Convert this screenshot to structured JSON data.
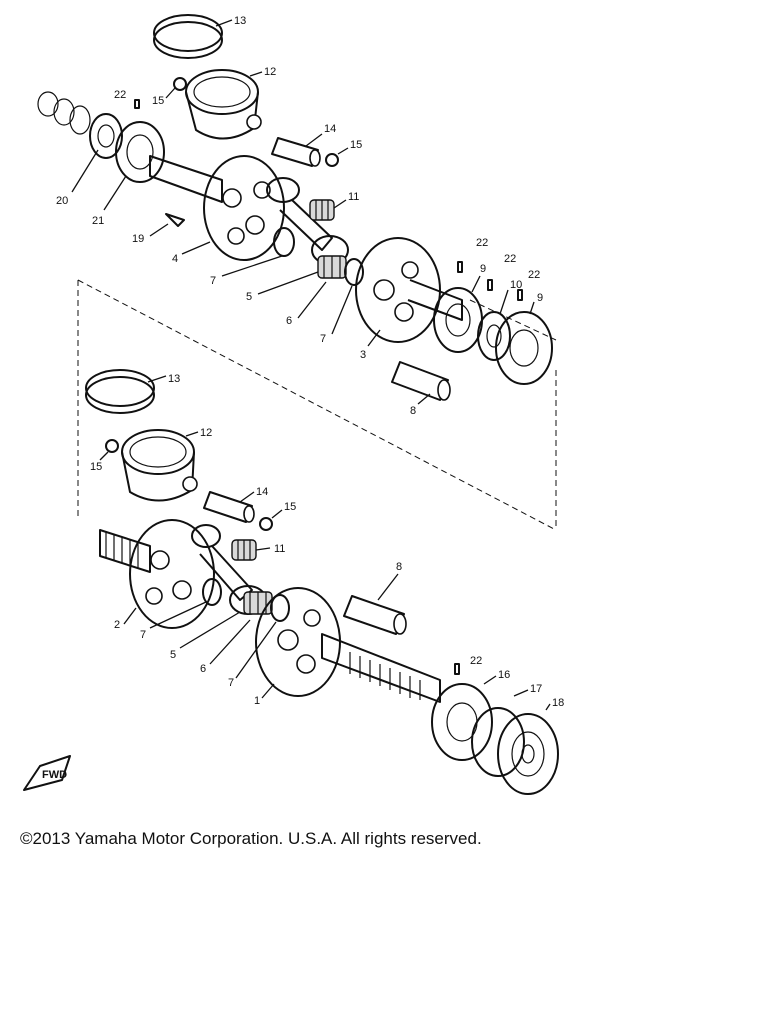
{
  "copyright": "©2013 Yamaha Motor Corporation. U.S.A. All rights reserved.",
  "fwd_label": "FWD",
  "callouts": {
    "c13a": "13",
    "c12a": "12",
    "c22a": "22",
    "c15a": "15",
    "c14a": "14",
    "c15b": "15",
    "c20": "20",
    "c21": "21",
    "c11a": "11",
    "c19": "19",
    "c4": "4",
    "c7a": "7",
    "c22b": "22",
    "c5a": "5",
    "c9a": "9",
    "c22c": "22",
    "c22d": "22",
    "c10": "10",
    "c9b": "9",
    "c6a": "6",
    "c7b": "7",
    "c3": "3",
    "c8a": "8",
    "c13b": "13",
    "c12b": "12",
    "c15c": "15",
    "c14b": "14",
    "c15d": "15",
    "c11b": "11",
    "c8b": "8",
    "c2": "2",
    "c7c": "7",
    "c5b": "5",
    "c6b": "6",
    "c7d": "7",
    "c1": "1",
    "c22e": "22",
    "c16": "16",
    "c17": "17",
    "c18": "18"
  }
}
